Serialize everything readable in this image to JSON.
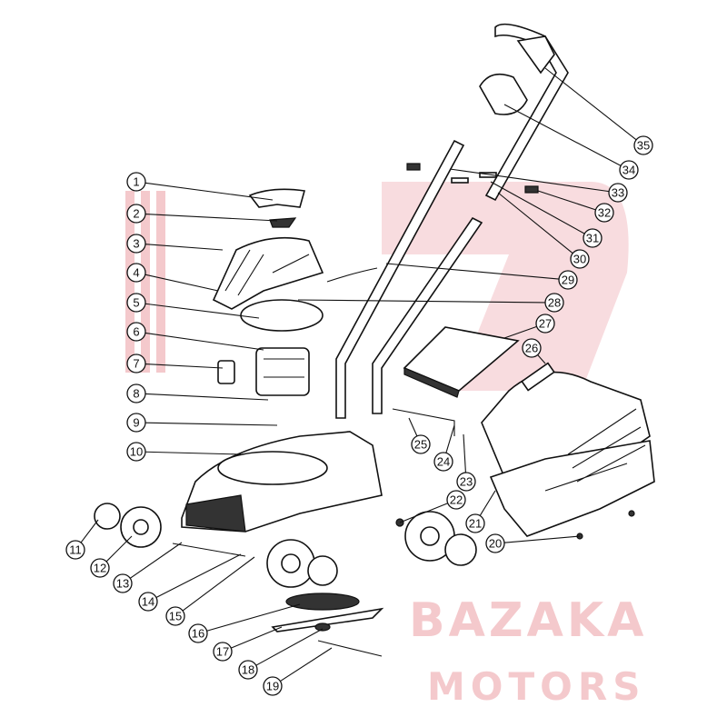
{
  "watermark": {
    "line1": "BAZAKA",
    "line2": "MOTORS",
    "color": "#f4c9cc"
  },
  "callouts": [
    {
      "label": "1"
    },
    {
      "label": "2"
    },
    {
      "label": "3"
    },
    {
      "label": "4"
    },
    {
      "label": "5"
    },
    {
      "label": "6"
    },
    {
      "label": "7"
    },
    {
      "label": "8"
    },
    {
      "label": "9"
    },
    {
      "label": "10"
    },
    {
      "label": "11"
    },
    {
      "label": "12"
    },
    {
      "label": "13"
    },
    {
      "label": "14"
    },
    {
      "label": "15"
    },
    {
      "label": "16"
    },
    {
      "label": "17"
    },
    {
      "label": "18"
    },
    {
      "label": "19"
    },
    {
      "label": "20"
    },
    {
      "label": "21"
    },
    {
      "label": "22"
    },
    {
      "label": "23"
    },
    {
      "label": "24"
    },
    {
      "label": "25"
    },
    {
      "label": "26"
    },
    {
      "label": "27"
    },
    {
      "label": "28"
    },
    {
      "label": "29"
    },
    {
      "label": "30"
    },
    {
      "label": "31"
    },
    {
      "label": "32"
    },
    {
      "label": "33"
    },
    {
      "label": "34"
    },
    {
      "label": "35"
    }
  ]
}
